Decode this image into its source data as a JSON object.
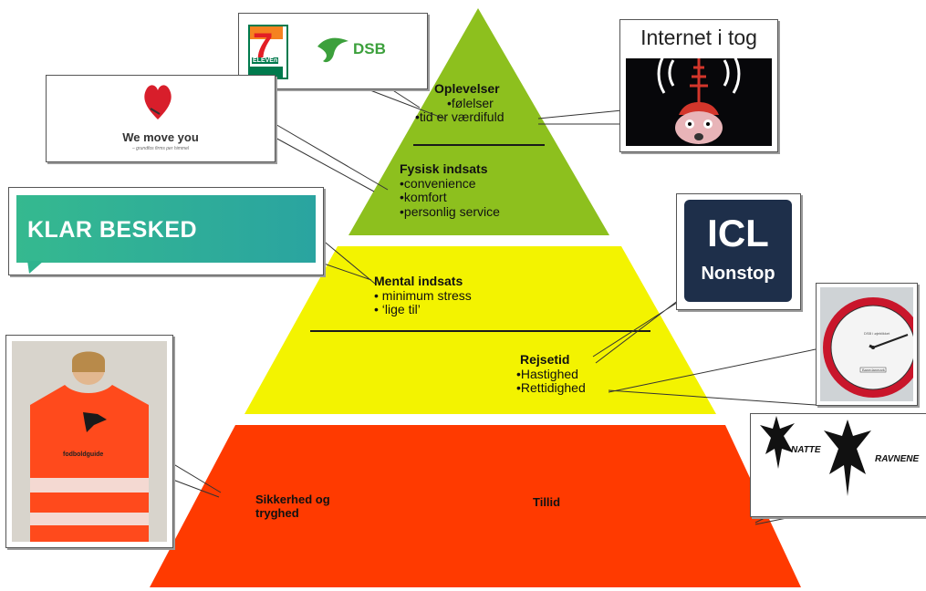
{
  "pyramid": {
    "top": {
      "color": "#8dc01e",
      "heading": "Oplevelser",
      "items": [
        "•følelser",
        "•tid er værdifuld"
      ],
      "heading2": "Fysisk indsats",
      "items2": [
        "•convenience",
        "•komfort",
        "•personlig service"
      ]
    },
    "middle": {
      "color": "#f3f300",
      "heading": "Mental indsats",
      "items": [
        "• minimum stress",
        "• ‘lige til’"
      ],
      "heading2": "Rejsetid",
      "items2": [
        "•Hastighed",
        "•Rettidighed"
      ]
    },
    "bottom": {
      "color": "#ff3a00",
      "left_lines": [
        "Sikkerhed og",
        "tryghed"
      ],
      "center": "Tillid"
    }
  },
  "cards": {
    "seven_eleven": {
      "logo": "7",
      "sub": "ELEVEn"
    },
    "dsb": {
      "text": "DSB",
      "color": "#3ca03c"
    },
    "we_move_you": {
      "title": "We move you",
      "tagline": "– grundfos firms per himmel"
    },
    "internet": {
      "title": "Internet i tog"
    },
    "klar_besked": {
      "text": "KLAR BESKED",
      "color": "#2fb38e"
    },
    "icl": {
      "line1": "ICL",
      "line2": "Nonstop"
    },
    "clock": {
      "face_text": "DSB i øjeblikket",
      "brand": "Banedanmark"
    },
    "natteravnene": {
      "left": "NATTE",
      "right": "RAVNENE"
    },
    "vest": {
      "print": "fodboldguide"
    }
  }
}
